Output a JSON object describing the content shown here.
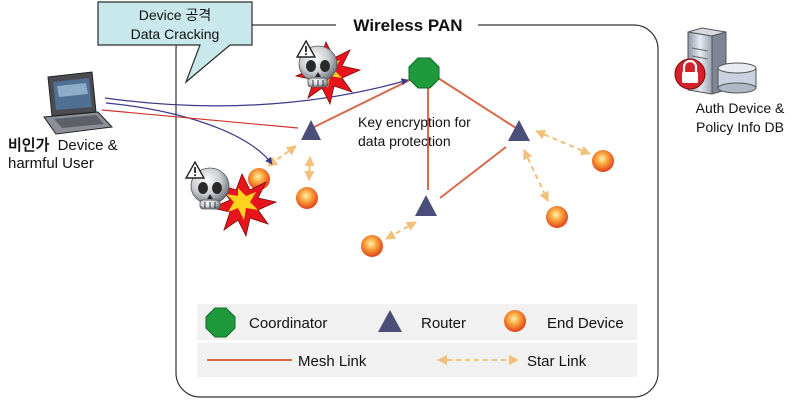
{
  "callout": {
    "line1": "Device 공격",
    "line2": "Data Cracking"
  },
  "pan": {
    "title": "Wireless PAN"
  },
  "attacker": {
    "bold": "비인가",
    "line1": "Device &",
    "line2": "harmful User"
  },
  "annotation": {
    "line1": "Key encryption for",
    "line2": "data protection"
  },
  "auth": {
    "line1": "Auth Device &",
    "line2": "Policy Info DB"
  },
  "legend": {
    "coordinator": "Coordinator",
    "router": "Router",
    "end_device": "End Device",
    "mesh_link": "Mesh Link",
    "star_link": "Star Link"
  },
  "colors": {
    "coordinator": "#1e9a3c",
    "router": "#4a4e78",
    "end_device": "#e8471a",
    "mesh_link": "#d8694a",
    "star_link": "#f2c079",
    "attack_line": "#3a3a8c",
    "callout_fill": "#c9e8ec"
  }
}
